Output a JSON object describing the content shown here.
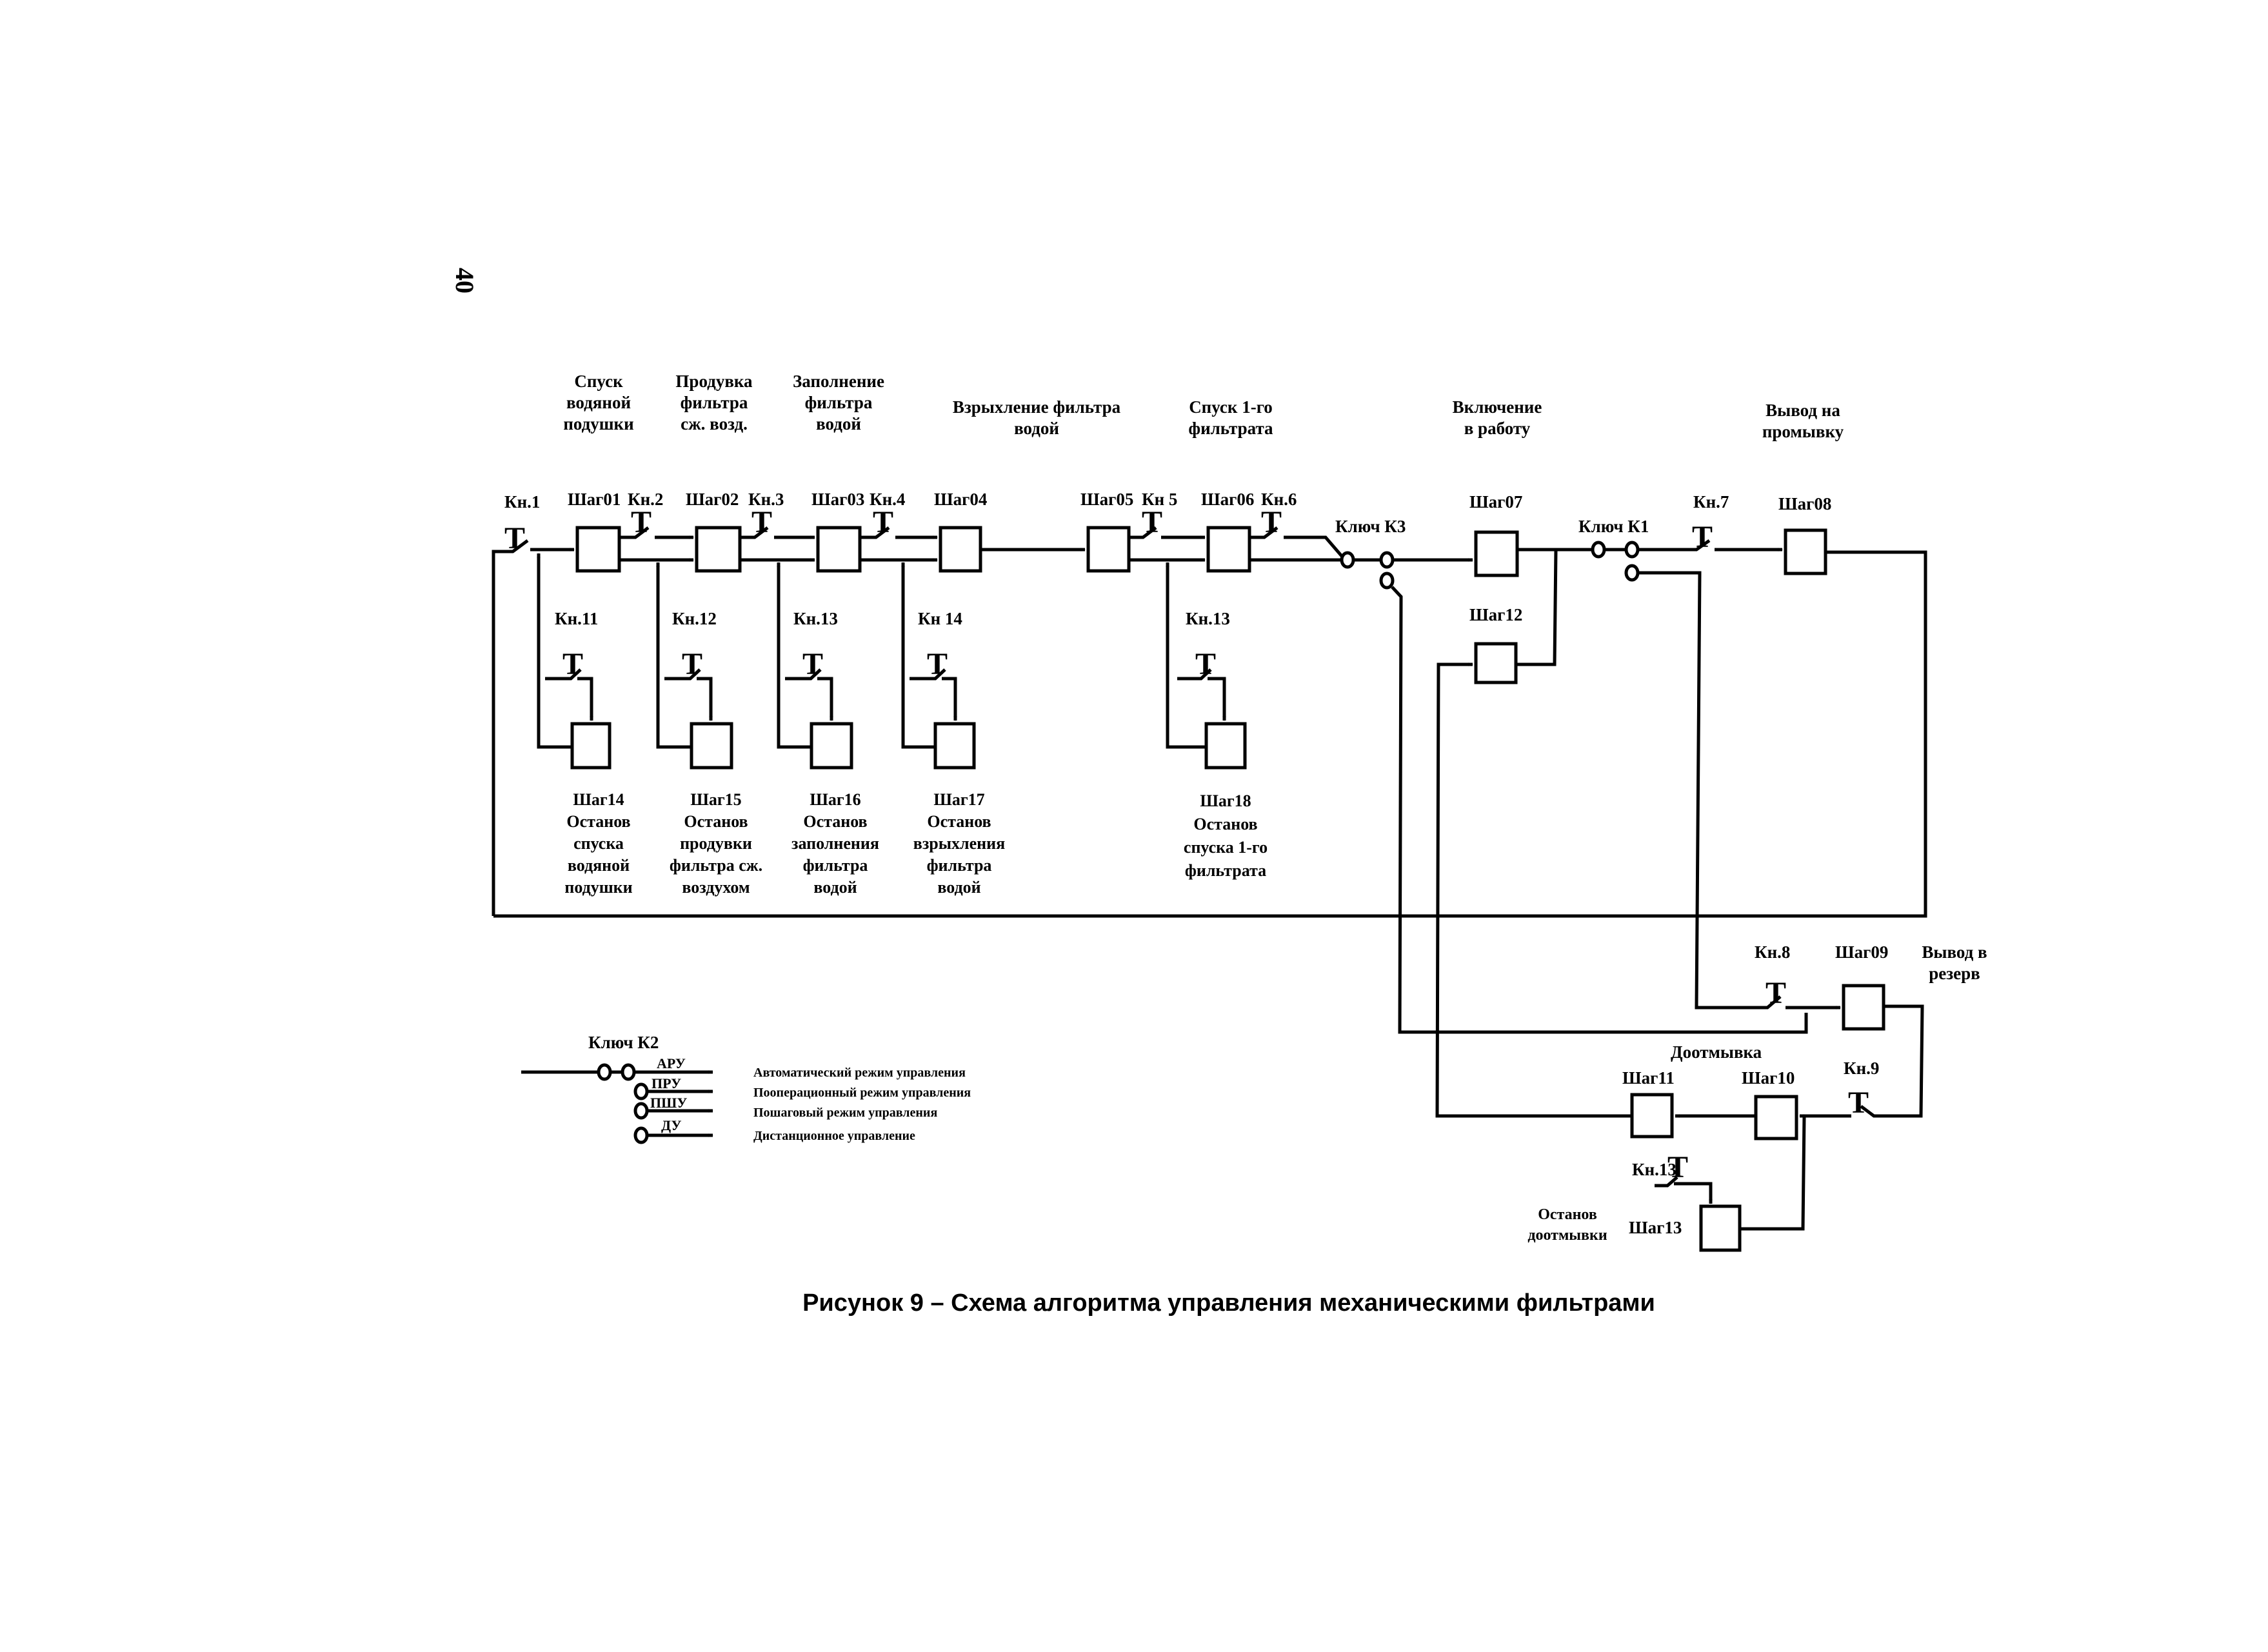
{
  "page_number": "40",
  "caption": "Рисунок 9 – Схема алгоритма управления механическими фильтрами",
  "stage_titles": [
    {
      "id": "spusk",
      "lines": [
        "Спуск",
        "водяной",
        "подушки"
      ]
    },
    {
      "id": "produvka",
      "lines": [
        "Продувка",
        "фильтра",
        "сж. возд."
      ]
    },
    {
      "id": "zapolnenie",
      "lines": [
        "Заполнение",
        "фильтра",
        "водой"
      ]
    },
    {
      "id": "vzryhlenie",
      "lines": [
        "Взрыхление фильтра",
        "водой"
      ]
    },
    {
      "id": "spusk1",
      "lines": [
        "Спуск 1-го",
        "фильтрата"
      ]
    },
    {
      "id": "vklyuchenie",
      "lines": [
        "Включение",
        "в работу"
      ]
    },
    {
      "id": "vyvod_promyvka",
      "lines": [
        "Вывод на",
        "промывку"
      ]
    }
  ],
  "steps": {
    "s01": "Шаг01",
    "s02": "Шаг02",
    "s03": "Шаг03",
    "s04": "Шаг04",
    "s05": "Шаг05",
    "s06": "Шаг06",
    "s07": "Шаг07",
    "s08": "Шаг08",
    "s09": "Шаг09",
    "s10": "Шаг10",
    "s11": "Шаг11",
    "s12": "Шаг12",
    "s13": "Шаг13",
    "s14": "Шаг14",
    "s15": "Шаг15",
    "s16": "Шаг16",
    "s17": "Шаг17",
    "s18": "Шаг18"
  },
  "buttons": {
    "kn1": "Кн.1",
    "kn2": "Кн.2",
    "kn3": "Кн.3",
    "kn4": "Кн.4",
    "kn5": "Кн 5",
    "kn6": "Кн.6",
    "kn7": "Кн.7",
    "kn8": "Кн.8",
    "kn9": "Кн.9",
    "kn11": "Кн.11",
    "kn12": "Кн.12",
    "kn13a": "Кн.13",
    "kn14": "Кн 14",
    "kn13b": "Кн.13",
    "kn13c": "Кн.13"
  },
  "keys": {
    "k1": "Ключ К1",
    "k2": "Ключ К2",
    "k3": "Ключ К3"
  },
  "stop_descriptions": [
    {
      "step": "Шаг14",
      "lines": [
        "Останов",
        "спуска",
        "водяной",
        "подушки"
      ]
    },
    {
      "step": "Шаг15",
      "lines": [
        "Останов",
        "продувки",
        "фильтра сж.",
        "воздухом"
      ]
    },
    {
      "step": "Шаг16",
      "lines": [
        "Останов",
        "заполнения",
        "фильтра",
        "водой"
      ]
    },
    {
      "step": "Шаг17",
      "lines": [
        "Останов",
        "взрыхления",
        "фильтра",
        "водой"
      ]
    },
    {
      "step": "Шаг18",
      "lines": [
        "Останов",
        "спуска 1-го",
        "фильтрата"
      ]
    }
  ],
  "lower_labels": {
    "vyvod_rezerv": [
      "Вывод в",
      "резерв"
    ],
    "dootmyvka": "Доотмывка",
    "ostanov_dootmyvki": [
      "Останов",
      "доотмывки"
    ]
  },
  "legend": {
    "title": "Ключ К2",
    "modes": [
      {
        "code": "АРУ",
        "description": "Автоматический режим управления"
      },
      {
        "code": "ПРУ",
        "description": "Пооперационный режим управления"
      },
      {
        "code": "ПШУ",
        "description": "Пошаговый режим управления"
      },
      {
        "code": "ДУ",
        "description": "Дистанционное управление"
      }
    ]
  }
}
